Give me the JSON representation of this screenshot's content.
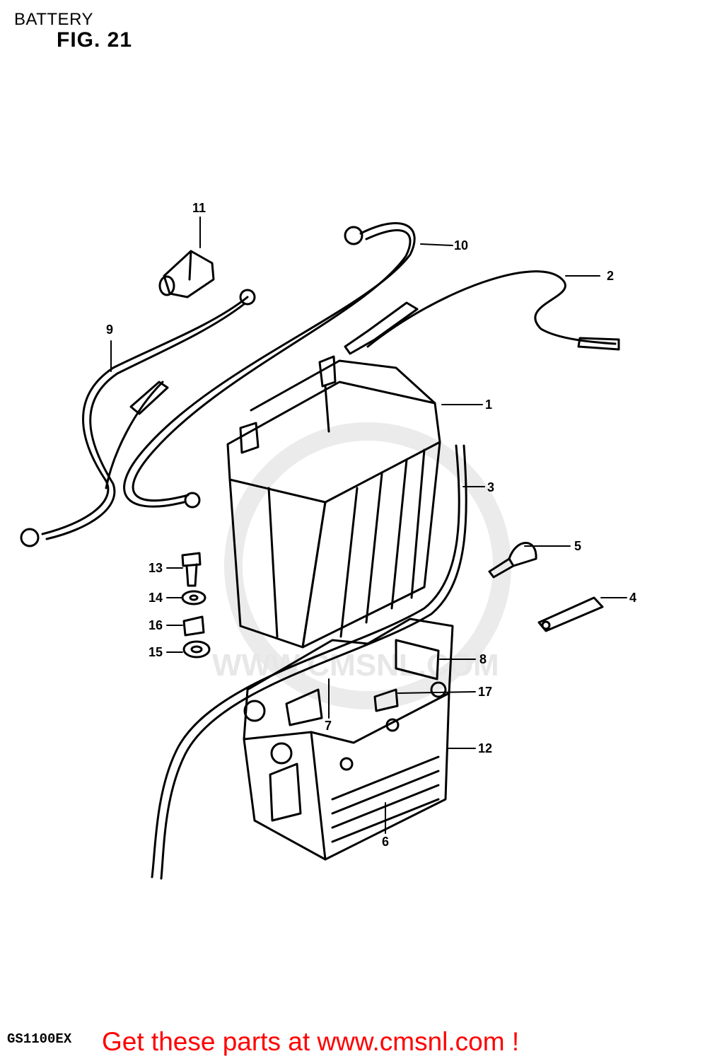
{
  "header": {
    "title": "BATTERY",
    "figure": "FIG. 21"
  },
  "footer": {
    "model": "GS1100EX",
    "cta": "Get these parts at www.cmsnl.com !"
  },
  "watermark": "WWW.CMSNL.COM",
  "callouts": [
    {
      "id": "c1",
      "label": "1"
    },
    {
      "id": "c2",
      "label": "2"
    },
    {
      "id": "c3",
      "label": "3"
    },
    {
      "id": "c4",
      "label": "4"
    },
    {
      "id": "c5",
      "label": "5"
    },
    {
      "id": "c6",
      "label": "6"
    },
    {
      "id": "c7",
      "label": "7"
    },
    {
      "id": "c8",
      "label": "8"
    },
    {
      "id": "c9",
      "label": "9"
    },
    {
      "id": "c10",
      "label": "10"
    },
    {
      "id": "c11",
      "label": "11"
    },
    {
      "id": "c12",
      "label": "12"
    },
    {
      "id": "c13",
      "label": "13"
    },
    {
      "id": "c14",
      "label": "14"
    },
    {
      "id": "c15",
      "label": "15"
    },
    {
      "id": "c16",
      "label": "16"
    },
    {
      "id": "c17",
      "label": "17"
    }
  ],
  "colors": {
    "line": "#000000",
    "cta": "#ff0000",
    "watermark": "#d8d8d8"
  }
}
